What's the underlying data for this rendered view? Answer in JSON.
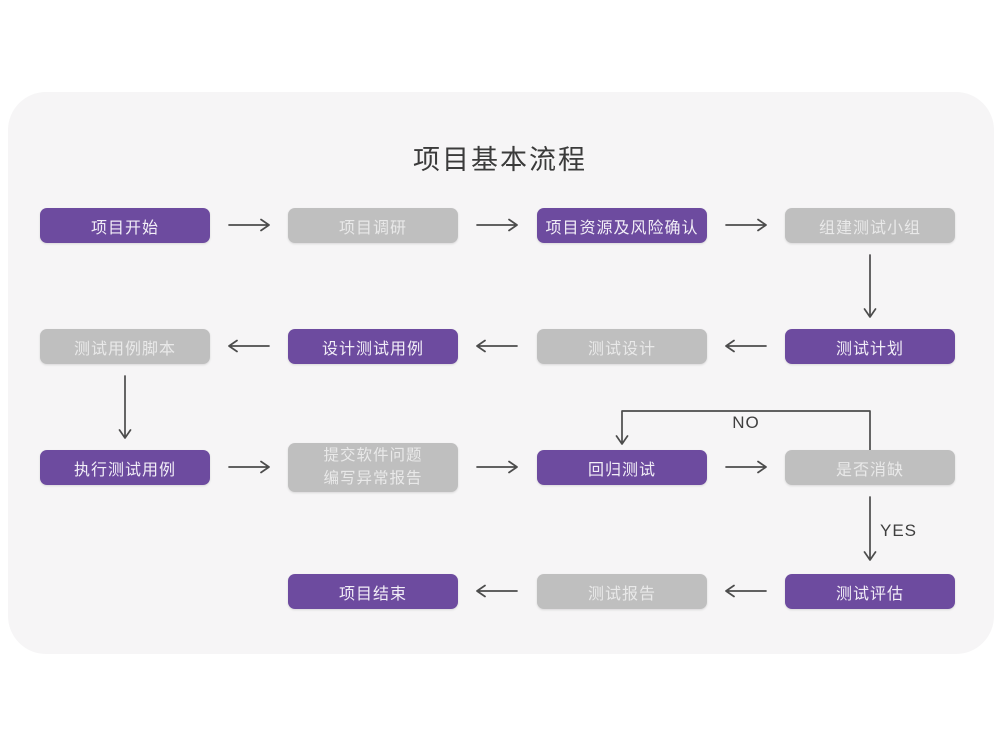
{
  "title": "项目基本流程",
  "decision_labels": {
    "no": "NO",
    "yes": "YES"
  },
  "colors": {
    "node_purple": "#6D4B9F",
    "node_gray": "#BFBFBF",
    "panel_background": "#F6F5F6",
    "arrow": "#4C4C4C",
    "title_text": "#3B3B3B"
  },
  "nodes": {
    "project_start": {
      "label": "项目开始"
    },
    "project_research": {
      "label": "项目调研"
    },
    "resource_risk_confirm": {
      "label": "项目资源及风险确认"
    },
    "build_test_team": {
      "label": "组建测试小组"
    },
    "test_case_script": {
      "label": "测试用例脚本"
    },
    "design_test_case": {
      "label": "设计测试用例"
    },
    "test_design": {
      "label": "测试设计"
    },
    "test_plan": {
      "label": "测试计划"
    },
    "execute_test_case": {
      "label": "执行测试用例"
    },
    "submit_issue_report": {
      "line1": "提交软件问题",
      "line2": "编写异常报告"
    },
    "regression_test": {
      "label": "回归测试"
    },
    "defect_cleared": {
      "label": "是否消缺"
    },
    "project_end": {
      "label": "项目结束"
    },
    "test_report": {
      "label": "测试报告"
    },
    "test_evaluation": {
      "label": "测试评估"
    }
  }
}
